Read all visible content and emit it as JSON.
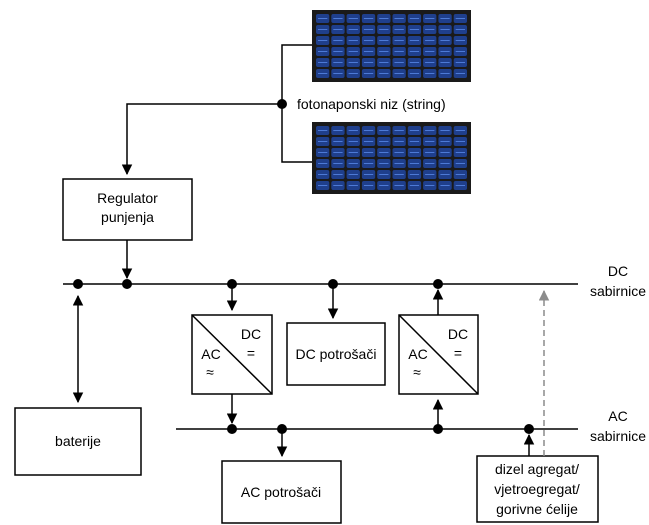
{
  "diagram": {
    "pv_string_label": "fotonaponski niz (string)",
    "charge_controller": [
      "Regulator",
      "punjenja"
    ],
    "dc_bus": [
      "DC",
      "sabirnice"
    ],
    "ac_bus": [
      "AC",
      "sabirnice"
    ],
    "batteries": "baterije",
    "dc_loads": "DC potrošači",
    "ac_loads": "AC potrošači",
    "generator": [
      "dizel agregat/",
      "vjetroegregat/",
      "gorivne ćelije"
    ],
    "inverter": {
      "ac": "AC",
      "ac_symbol": "≈",
      "dc": "DC",
      "dc_symbol": "="
    },
    "rectifier": {
      "ac": "AC",
      "ac_symbol": "≈",
      "dc": "DC",
      "dc_symbol": "="
    }
  },
  "colors": {
    "line": "#000000",
    "panel_frame": "#1a1a1a",
    "panel_cell": "#1f3f8c",
    "panel_cell_highlight": "#4d7ad6",
    "dashed_line": "#8c8c8c"
  }
}
